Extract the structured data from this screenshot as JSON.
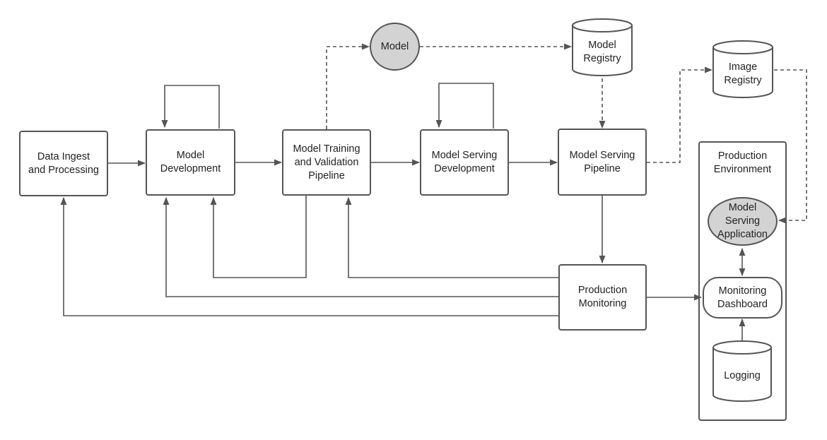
{
  "nodes": {
    "data_ingest": "Data Ingest\nand Processing",
    "model_development": "Model\nDevelopment",
    "model_training": "Model Training\nand Validation\nPipeline",
    "model_serving_development": "Model Serving\nDevelopment",
    "model_serving_pipeline": "Model Serving\nPipeline",
    "production_monitoring": "Production\nMonitoring",
    "model": "Model",
    "model_registry": "Model\nRegistry",
    "image_registry": "Image\nRegistry",
    "production_environment": "Production\nEnvironment",
    "model_serving_application": "Model\nServing\nApplication",
    "monitoring_dashboard": "Monitoring\nDashboard",
    "logging": "Logging"
  },
  "colors": {
    "stroke": "#555555",
    "fill_highlight": "#d3d3d3",
    "background": "#ffffff"
  }
}
